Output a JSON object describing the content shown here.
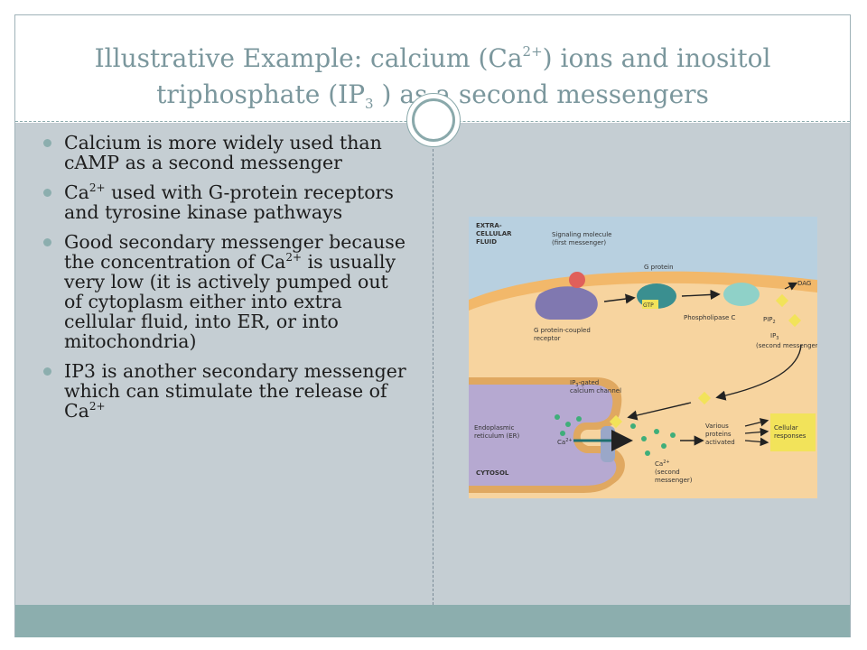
{
  "slide": {
    "title": {
      "part1": "Illustrative Example: calcium (Ca",
      "sup1": "2+",
      "part2": ") ions and inositol",
      "part3": "triphosphate (IP",
      "sub1": "3",
      "part4": " ) as a second messengers"
    },
    "bullets": [
      {
        "text": "Calcium is more widely used than cAMP as a second messenger"
      },
      {
        "pre": "Ca",
        "sup": "2+",
        "text": " used with G-protein receptors and tyrosine kinase pathways"
      },
      {
        "pre": "Good secondary messenger because the concentration of Ca",
        "sup": "2+",
        "text": " is usually very low (it is actively pumped out of cytoplasm either into extra cellular fluid, into ER, or into mitochondria)"
      },
      {
        "pre": "IP3 is another secondary messenger  which can stimulate the release of Ca",
        "sup": "2+"
      }
    ]
  },
  "figure": {
    "labels": {
      "extracellular_line1": "EXTRA-",
      "extracellular_line2": "CELLULAR",
      "extracellular_line3": "FLUID",
      "signaling_line1": "Signaling molecule",
      "signaling_line2": "(first messenger)",
      "g_protein": "G protein",
      "gtp": "GTP",
      "dag": "DAG",
      "receptor_line1": "G protein-coupled",
      "receptor_line2": "receptor",
      "phospholipase": "Phospholipase C",
      "pip2": "PIP",
      "pip2_sub": "2",
      "ip3": "IP",
      "ip3_sub": "3",
      "second_messenger": "(second messenger)",
      "channel_line1": "IP",
      "channel_sub": "3",
      "channel_line1b": "-gated",
      "channel_line2": "calcium channel",
      "er_line1": "Endoplasmic",
      "er_line2": "reticulum (ER)",
      "ca_in_er": "Ca",
      "ca_in_er_sup": "2+",
      "various_line1": "Various",
      "various_line2": "proteins",
      "various_line3": "activated",
      "cellular_line1": "Cellular",
      "cellular_line2": "responses",
      "ca_second_line1": "Ca",
      "ca_second_sup": "2+",
      "ca_second_line2": "(second",
      "ca_second_line3": "messenger)",
      "cytosol": "CYTOSOL"
    }
  },
  "colors": {
    "title": "#7b979d",
    "content_bg": "#c5ced3",
    "footer": "#8caeae",
    "bullet": "#8caeae",
    "extracellular": "#b8d0e0",
    "cytosol": "#f7d49f",
    "membrane": "#f2b86a",
    "er": "#b6a9d1",
    "receptor": "#8078b0",
    "g_protein": "#3a8f90",
    "phospholipase": "#8fd1c8",
    "ip3": "#f2e35a",
    "calcium": "#3fae7a",
    "responses": "#f2e35a"
  }
}
